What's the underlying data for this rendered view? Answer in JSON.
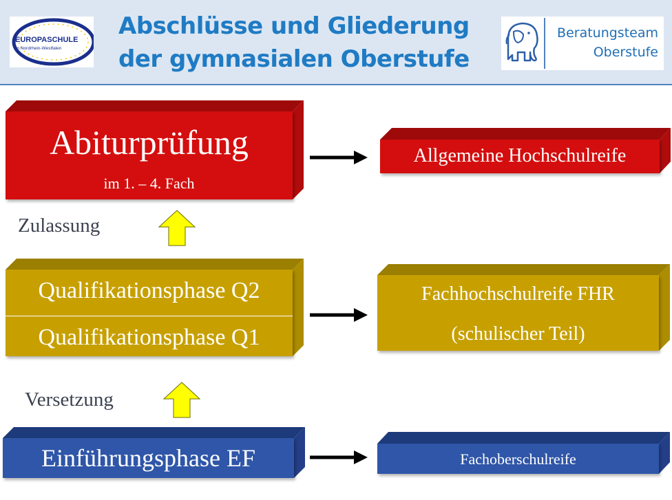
{
  "header": {
    "logo_text_1": "EUROPASCHULE",
    "logo_text_2": "in Nordrhein-Westfalen",
    "title_line_1": "Abschlüsse und Gliederung",
    "title_line_2": "der gymnasialen Oberstufe",
    "team_line_1": "Beratungsteam",
    "team_line_2": "Oberstufe"
  },
  "stages": {
    "abitur": {
      "title": "Abiturprüfung",
      "subtitle": "im 1. – 4. Fach"
    },
    "q2": "Qualifikationsphase  Q2",
    "q1": "Qualifikationsphase  Q1",
    "ef": "Einführungsphase  EF"
  },
  "transitions": {
    "zulassung": "Zulassung",
    "versetzung": "Versetzung"
  },
  "results": {
    "ahr": "Allgemeine Hochschulreife",
    "fhr_line_1": "Fachhochschulreife FHR",
    "fhr_line_2": "(schulischer Teil)",
    "fos": "Fachoberschulreife"
  },
  "colors": {
    "red": "#d40e0e",
    "gold": "#c7a000",
    "blue": "#2f56a8",
    "arrow_yellow": "#ffff00",
    "header_bg": "#dce6f2",
    "title_blue": "#1f7bc4"
  }
}
